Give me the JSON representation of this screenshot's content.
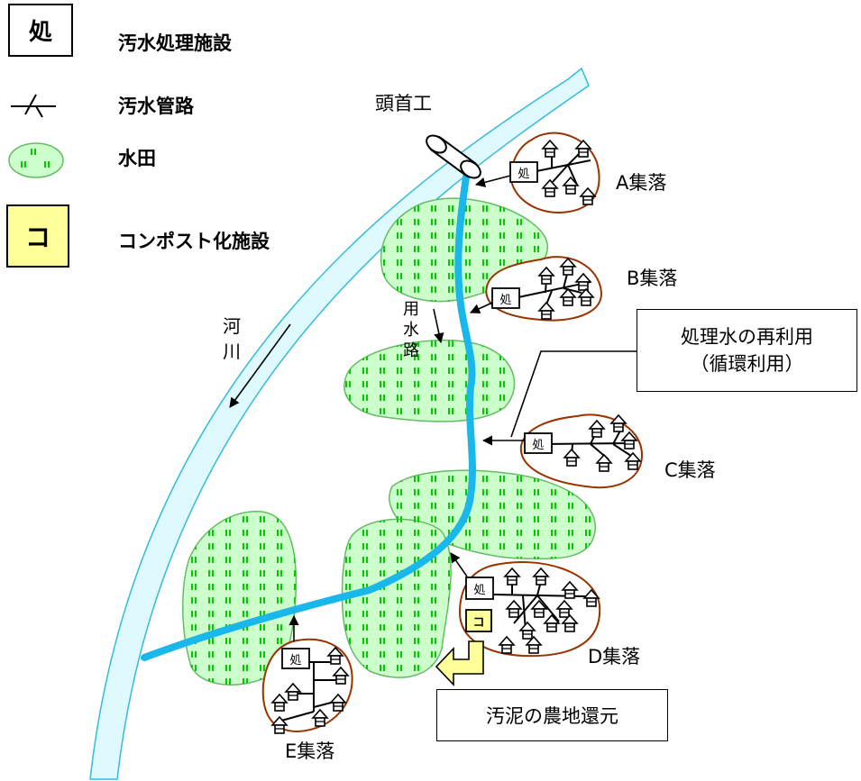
{
  "legend": {
    "facility_symbol": "処",
    "facility_label": "汚水処理施設",
    "pipe_label": "汚水管路",
    "paddy_label": "水田",
    "compost_symbol": "コ",
    "compost_label": "コンポスト化施設"
  },
  "labels": {
    "headworks": "頭首工",
    "village_a": "A集落",
    "village_b": "B集落",
    "village_c": "C集落",
    "village_d": "D集落",
    "village_e": "E集落",
    "river_1": "河",
    "river_2": "川",
    "canal_1": "用",
    "canal_2": "水",
    "canal_3": "路",
    "reuse_line1": "処理水の再利用",
    "reuse_line2": "（循環利用）",
    "sludge": "汚泥の農地還元"
  },
  "colors": {
    "river_fill": "#dffaff",
    "canal": "#1ab7ea",
    "paddy_fill": "#ccffcc",
    "paddy_dot": "#00cc00",
    "village_outline": "#993300",
    "compost_fill": "#ffff99"
  }
}
